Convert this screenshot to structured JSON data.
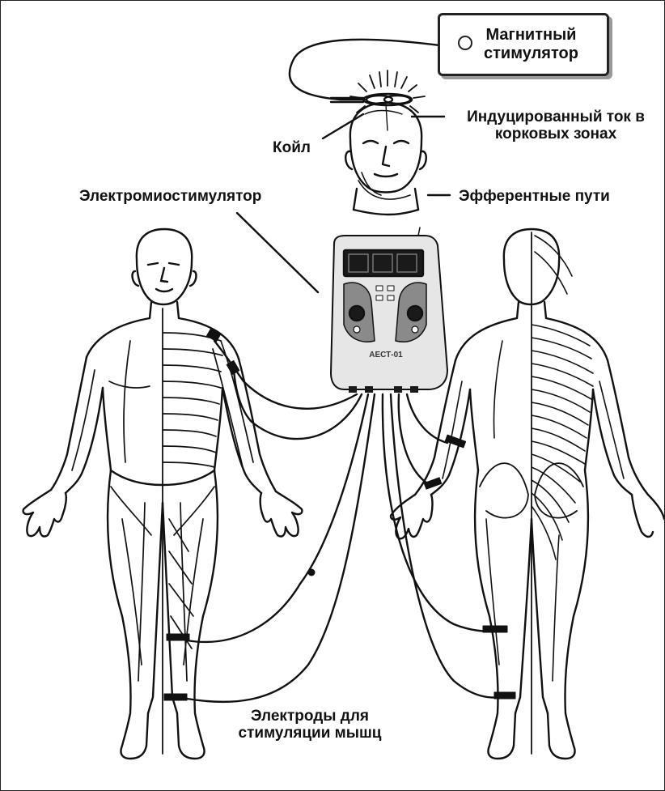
{
  "labels": {
    "magnetic_stimulator_line1": "Магнитный",
    "magnetic_stimulator_line2": "стимулятор",
    "induced_current_line1": "Индуцированный ток в",
    "induced_current_line2": "корковых зонах",
    "coil": "Койл",
    "electromyostimulator": "Электромиостимулятор",
    "efferent_pathways": "Эфферентные пути",
    "electrodes_line1": "Электроды для",
    "electrodes_line2": "стимуляции мышц"
  },
  "device": {
    "brand": "АЕСТ-01"
  },
  "colors": {
    "ink": "#111111",
    "device_body": "#e6e6e6",
    "device_panel": "#8a8a8a",
    "display": "#1a1a1a"
  }
}
